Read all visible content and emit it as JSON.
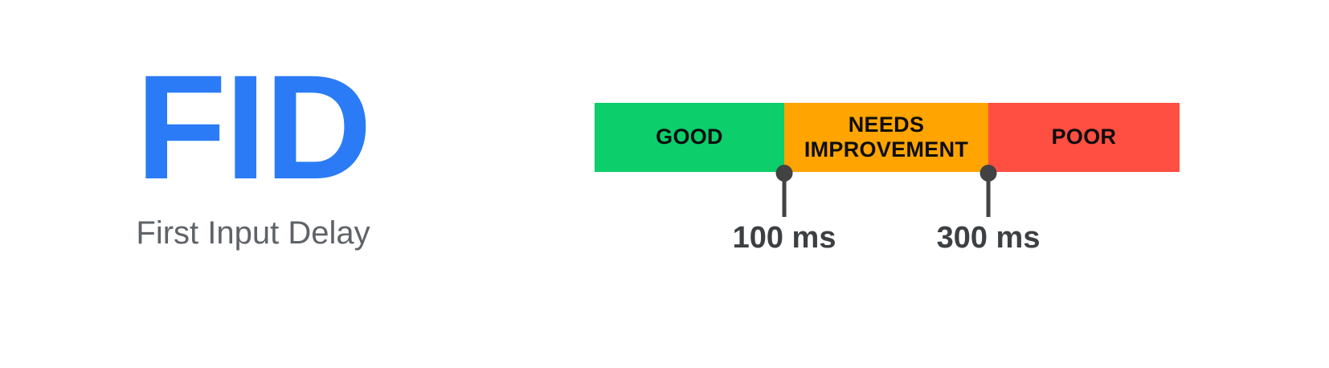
{
  "page": {
    "background": "#ffffff"
  },
  "metric": {
    "abbr": "FID",
    "abbr_color": "#2b7bf6",
    "name": "First Input Delay",
    "name_color": "#5f6368"
  },
  "scale": {
    "bar_segments": [
      {
        "label": "GOOD",
        "color": "#0cce6b",
        "width_pct": 32.42
      },
      {
        "label": "NEEDS IMPROVEMENT",
        "color": "#ffa400",
        "width_pct": 34.89
      },
      {
        "label": "POOR",
        "color": "#ff4e42",
        "width_pct": 32.69
      }
    ],
    "segment_text_color": "#0d0d0d",
    "thresholds": [
      {
        "label": "100 ms",
        "position_pct": 32.42
      },
      {
        "label": "300 ms",
        "position_pct": 67.31
      }
    ],
    "marker_color": "#424242",
    "threshold_text_color": "#3c4043"
  }
}
